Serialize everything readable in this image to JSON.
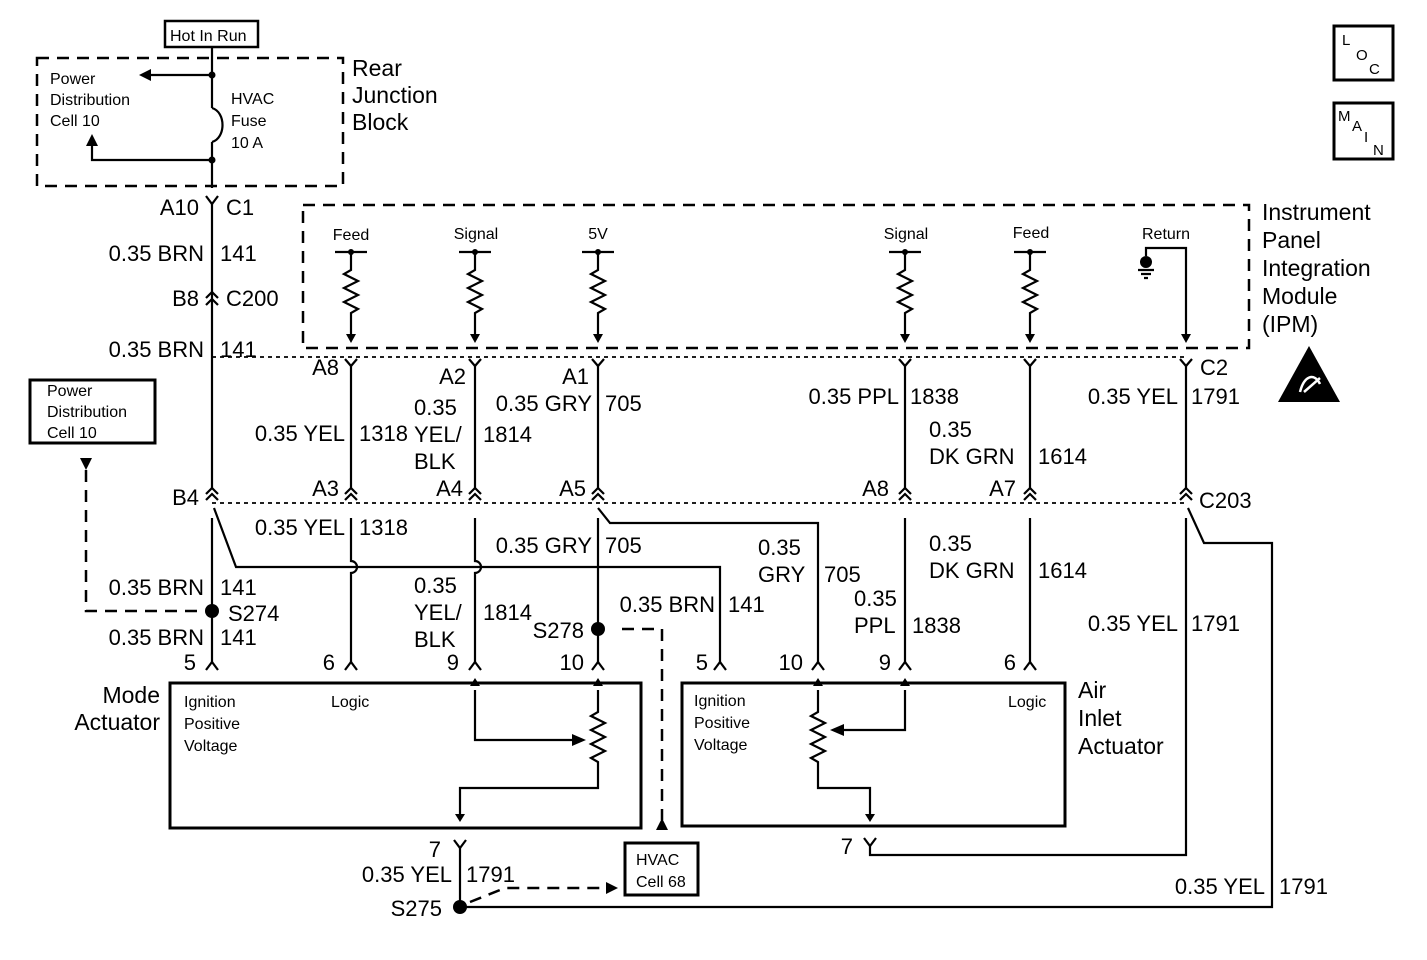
{
  "hot_in_run": "Hot In Run",
  "rjb": {
    "pdc": [
      "Power",
      "Distribution",
      "Cell 10"
    ],
    "fuse": [
      "HVAC",
      "Fuse",
      "10 A"
    ],
    "title": [
      "Rear",
      "Junction",
      "Block"
    ]
  },
  "icons": {
    "loc": [
      "L",
      "O",
      "C"
    ],
    "main": [
      "M",
      "A",
      "I",
      "N"
    ]
  },
  "ipm": {
    "title": [
      "Instrument",
      "Panel",
      "Integration",
      "Module",
      "(IPM)"
    ],
    "inputs": [
      "Feed",
      "Signal",
      "5V",
      "Signal",
      "Feed",
      "Return"
    ],
    "connector": "C2",
    "pins": [
      "A8",
      "A2",
      "A1",
      "A8",
      "A7"
    ]
  },
  "pdc_left": [
    "Power",
    "Distribution",
    "Cell 10"
  ],
  "hvac68": [
    "HVAC",
    "Cell 68"
  ],
  "connectors": {
    "a10": "A10",
    "c1": "C1",
    "b8": "B8",
    "c200": "C200",
    "b4": "B4",
    "a3": "A3",
    "a4": "A4",
    "a5": "A5",
    "a8": "A8",
    "a7": "A7",
    "c203": "C203"
  },
  "splices": {
    "s274": "S274",
    "s278": "S278",
    "s275": "S275"
  },
  "wires": {
    "brn": "0.35 BRN",
    "yel": "0.35 YEL",
    "gry_full": "0.35 GRY",
    "gry": "GRY",
    "ppl_full": "0.35 PPL",
    "ppl": "PPL",
    "size": "0.35",
    "dkgrn": "DK GRN",
    "yel_slash": "YEL/",
    "blk": "BLK",
    "c141": "141",
    "c1318": "1318",
    "c1814": "1814",
    "c705": "705",
    "c1838": "1838",
    "c1614": "1614",
    "c1791": "1791"
  },
  "mode_actuator": {
    "title": [
      "Mode",
      "Actuator"
    ],
    "label_ign": [
      "Ignition",
      "Positive",
      "Voltage"
    ],
    "label_logic": "Logic",
    "pins": [
      "5",
      "6",
      "9",
      "10"
    ],
    "pin_bottom": "7"
  },
  "air_actuator": {
    "title": [
      "Air",
      "Inlet",
      "Actuator"
    ],
    "label_ign": [
      "Ignition",
      "Positive",
      "Voltage"
    ],
    "label_logic": "Logic",
    "pins": [
      "5",
      "10",
      "9",
      "6"
    ],
    "pin_bottom": "7"
  }
}
